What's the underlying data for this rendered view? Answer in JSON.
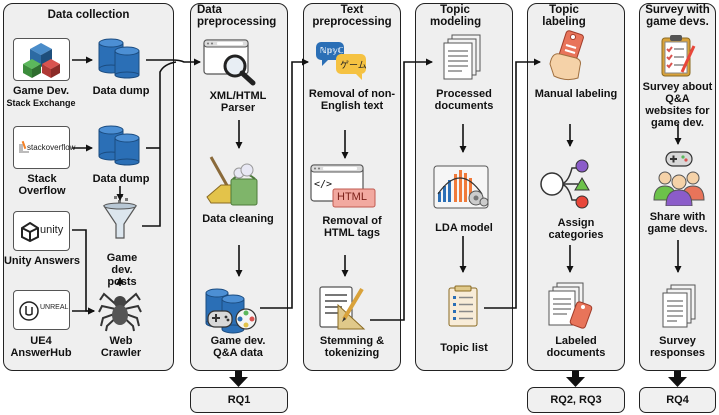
{
  "panels": {
    "collection": {
      "title": "Data collection"
    },
    "preprocessing": {
      "title": "Data preprocessing"
    },
    "text": {
      "title": "Text preprocessing"
    },
    "topic_modeling": {
      "title": "Topic modeling"
    },
    "topic_labeling": {
      "title": "Topic labeling"
    },
    "survey": {
      "title": "Survey with game devs."
    }
  },
  "collection": {
    "gamedev_label": "Game Dev.",
    "gamedev_sub": "Stack Exchange",
    "so_label": "Stack Overflow",
    "so_logo_text": "stackoverflow",
    "unity_label": "Unity Answers",
    "unity_logo_text": "unity",
    "ue4_label": "UE4 AnswerHub",
    "ue4_logo_text": "UNREAL",
    "dump1_label": "Data dump",
    "dump2_label": "Data dump",
    "posts_label": "Game dev. posts",
    "crawler_label": "Web Crawler"
  },
  "preprocessing": {
    "parser_label": "XML/HTML Parser",
    "cleaning_label": "Data cleaning",
    "qa_label": "Game dev. Q&A data"
  },
  "text": {
    "nonenglish_label": "Removal of non-English text",
    "icon_text_a": "ℕ𝕡𝕪ℂ",
    "icon_text_b": "ゲーム",
    "html_label": "Removal of HTML tags",
    "html_icon_text": "HTML",
    "code_icon_text": "</>",
    "stem_label": "Stemming & tokenizing"
  },
  "topic_modeling": {
    "docs_label": "Processed documents",
    "lda_label": "LDA model",
    "list_label": "Topic list"
  },
  "topic_labeling": {
    "manual_label": "Manual labeling",
    "assign_label": "Assign categories",
    "labeled_label": "Labeled documents"
  },
  "survey": {
    "survey_label": "Survey about Q&A websites for game dev.",
    "share_label": "Share with game devs.",
    "responses_label": "Survey responses"
  },
  "outputs": {
    "rq1": "RQ1",
    "rq23": "RQ2, RQ3",
    "rq4": "RQ4"
  }
}
